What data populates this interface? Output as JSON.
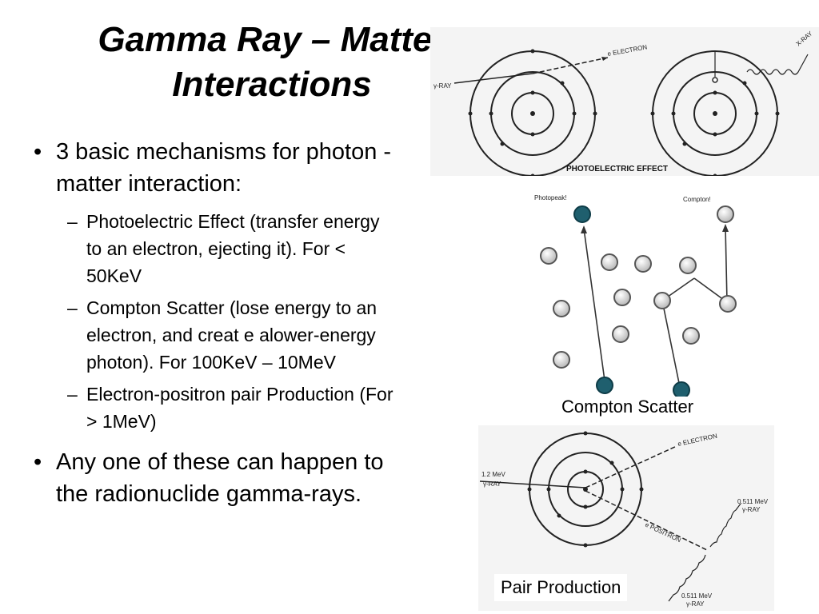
{
  "slide": {
    "title_line1": "Gamma Ray – Matter",
    "title_line2": "Interactions",
    "bullets": [
      {
        "text": "3 basic mechanisms for photon - matter interaction:"
      },
      {
        "text": "Any one of these can happen to the radionuclide gamma-rays."
      }
    ],
    "sub_bullets": [
      "Photoelectric Effect (transfer energy to an electron, ejecting it). For < 50KeV",
      "Compton Scatter (lose energy to an electron, and creat e alower-energy photon). For 100KeV – 10MeV",
      "Electron-positron pair Production  (For > 1MeV)"
    ]
  },
  "photoelectric_figure": {
    "label_gamma": "γ-RAY",
    "label_electron": "e ELECTRON",
    "label_xray": "X-RAY",
    "caption": "PHOTOELECTRIC EFFECT"
  },
  "compton_figure": {
    "label_photopeak": "Photopeak!",
    "label_compton": "Compton!",
    "caption": "Compton Scatter"
  },
  "pair_figure": {
    "label_gamma_energy": "1.2 MeV",
    "label_gamma": "γ-RAY",
    "label_electron": "e ELECTRON",
    "label_positron": "e POSITRON",
    "label_annih_1": "0.511 MeV",
    "label_annih_1b": "γ-RAY",
    "label_annih_2": "0.511 MeV",
    "label_annih_2b": "γ-RAY",
    "caption": "Pair Production"
  },
  "colors": {
    "nucleus_teal": "#1f5f6e",
    "circle_fill": "#dddddd"
  }
}
